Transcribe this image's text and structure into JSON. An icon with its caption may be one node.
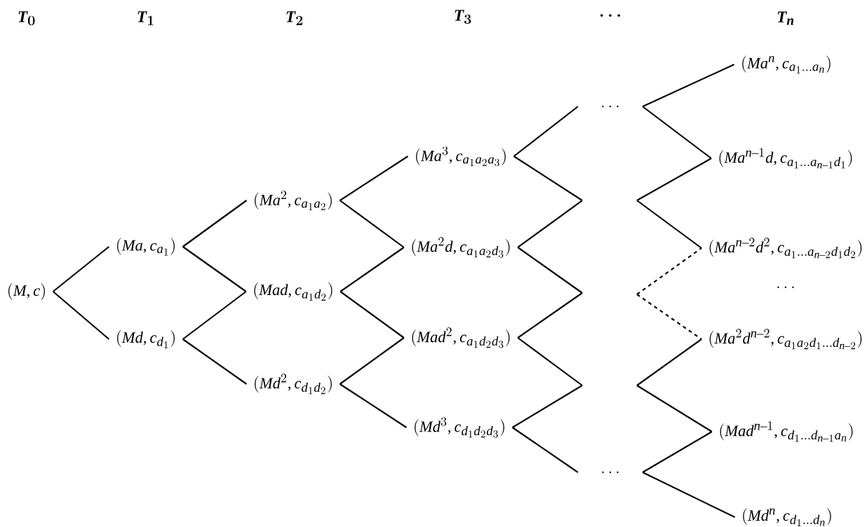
{
  "diagram": {
    "nodes": [
      {
        "text": [
          "(M, c)"
        ]
      },
      {
        "text": [
          "(Ma, c_{a_1})"
        ]
      },
      {
        "text": [
          "(Md, c_{d_1})"
        ]
      },
      {
        "text": [
          "(Ma^{2}, c_{a_1a_2})"
        ]
      },
      {
        "text": [
          "(Mad, c_{a_1d_2})"
        ]
      },
      {
        "text": [
          "(Md^{2}, c_{d_1d_2})"
        ]
      },
      {
        "text": [
          "(Ma^{3}, c_{a_1a_2a_3})"
        ]
      },
      {
        "text": [
          "(Ma^{2}d, c_{a_1a_2d_3})"
        ]
      },
      {
        "text": [
          "(Mad^{2}, c_{a_1d_2d_3})"
        ]
      },
      {
        "text": [
          "(Md^{3}, c_{d_1d_2d_3})"
        ]
      },
      {
        "text": [
          "\\ldots"
        ]
      },
      {
        "text": [
          "\\ldots"
        ]
      },
      {
        "text": [
          "(Ma^{n}, c_{a_1\\ldots a_n})"
        ]
      },
      {
        "text": [
          "(Ma^{n-1}d, c_{a_1\\ldots a_{n-1}d_1})"
        ]
      },
      {
        "text": [
          "(Ma^{n-2}d^{2}, c_{a_1\\ldots a_{n-2}d_1d_2})"
        ]
      },
      {
        "text": [
          "(Ma^{2}d^{n-2}, c_{a_1a_2d_1\\ldots d_{n-2}})"
        ]
      },
      {
        "text": [
          "(Mad^{n-1}, c_{d_1\\ldots d_{n-1}a_n})"
        ]
      },
      {
        "text": [
          "(Md^{n}, c_{d_1\\ldots d_n})"
        ]
      }
    ],
    "edges": [
      {
        "from": 0,
        "to": 1,
        "arrow": "none"
      },
      {
        "from": 0,
        "to": 2,
        "arrow": "none"
      },
      {
        "from": 1,
        "to": 3,
        "arrow": "none"
      },
      {
        "from": 1,
        "to": 4,
        "arrow": "none"
      },
      {
        "from": 2,
        "to": 4,
        "arrow": "none"
      },
      {
        "from": 2,
        "to": 5,
        "arrow": "none"
      },
      {
        "from": 3,
        "to": 6,
        "arrow": "none"
      },
      {
        "from": 3,
        "to": 7,
        "arrow": "none"
      },
      {
        "from": 4,
        "to": 7,
        "arrow": "none"
      },
      {
        "from": 4,
        "to": 8,
        "arrow": "none"
      },
      {
        "from": 5,
        "to": 8,
        "arrow": "none"
      },
      {
        "from": 5,
        "to": 9,
        "arrow": "none"
      },
      {
        "from": 6,
        "to": 10,
        "arrow": "none"
      },
      {
        "from": 6,
        "to": null,
        "arrow": "none"
      },
      {
        "from": 7,
        "to": null,
        "arrow": "none"
      },
      {
        "from": 7,
        "to": null,
        "arrow": "none"
      },
      {
        "from": 8,
        "to": null,
        "arrow": "none"
      },
      {
        "from": 8,
        "to": null,
        "arrow": "none"
      },
      {
        "from": 9,
        "to": null,
        "arrow": "none"
      },
      {
        "from": 9,
        "to": 11,
        "arrow": "none"
      },
      {
        "from": 10,
        "to": 12,
        "arrow": "none"
      },
      {
        "from": 10,
        "to": 13,
        "arrow": "none"
      },
      {
        "from": null,
        "to": 13,
        "arrow": "none"
      },
      {
        "from": null,
        "to": 14,
        "arrow": "none"
      },
      {
        "from": null,
        "to": 14,
        "arrow": "none",
        "style": "dashed"
      },
      {
        "from": null,
        "to": 15,
        "arrow": "none",
        "style": "dashed"
      },
      {
        "from": null,
        "to": 15,
        "arrow": "none"
      },
      {
        "from": null,
        "to": 16,
        "arrow": "none"
      },
      {
        "from": 11,
        "to": 16,
        "arrow": "none"
      },
      {
        "from": 11,
        "to": 17,
        "arrow": "none"
      }
    ],
    "labels": [
      "T_{0}",
      "T_{1}",
      "T_{2}",
      "T_{3}",
      "\\ldots",
      "T_{n}",
      "\\ldots"
    ]
  }
}
